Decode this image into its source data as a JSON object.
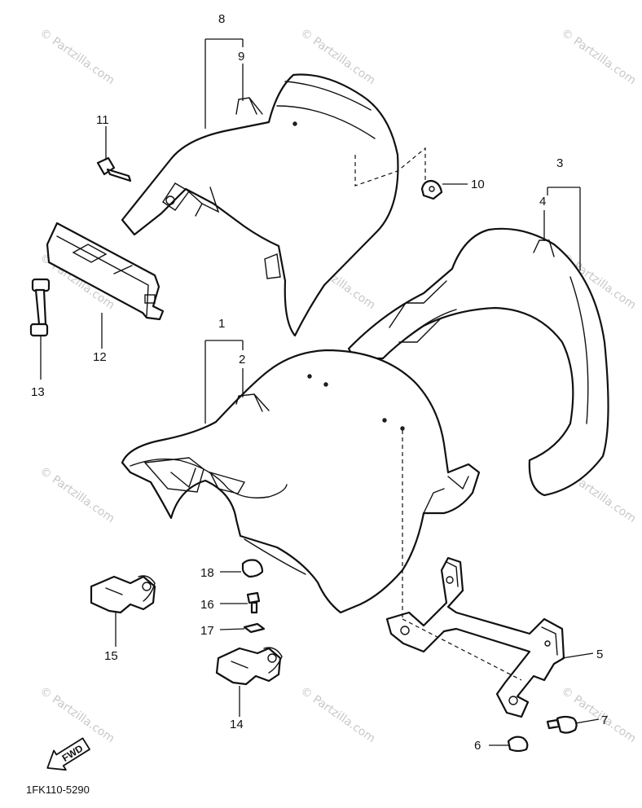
{
  "diagram_code": "1FK110-5290",
  "fwd_label": "FWD",
  "watermark_text": "© Partzilla.com",
  "callouts": {
    "c1": "1",
    "c2": "2",
    "c3": "3",
    "c4": "4",
    "c5": "5",
    "c6": "6",
    "c7": "7",
    "c8": "8",
    "c9": "9",
    "c10": "10",
    "c11": "11",
    "c12": "12",
    "c13": "13",
    "c14": "14",
    "c15": "15",
    "c16": "16",
    "c17": "17",
    "c18": "18"
  },
  "icons": {
    "fwd": "fwd-arrow-icon"
  },
  "colors": {
    "line": "#111111",
    "watermark": "#c8c8c8",
    "background": "#ffffff"
  }
}
